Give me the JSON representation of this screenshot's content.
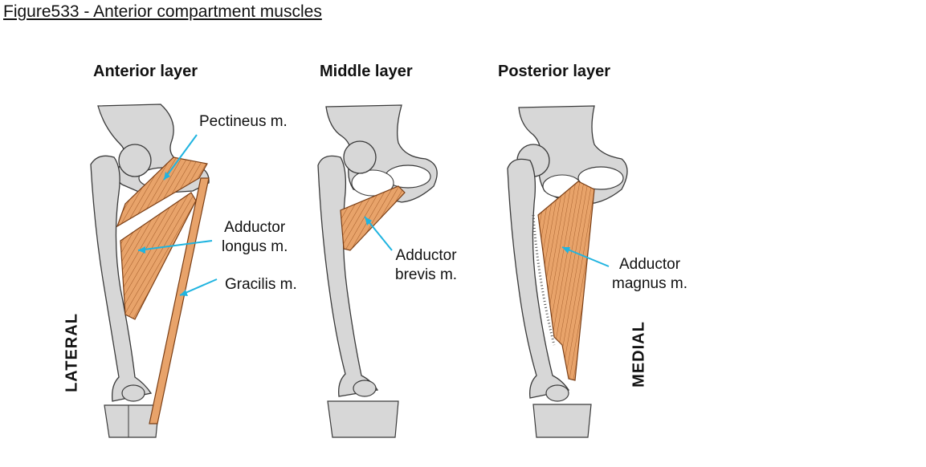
{
  "title": "Figure533 - Anterior compartment muscles",
  "layers": [
    {
      "heading": "Anterior layer"
    },
    {
      "heading": "Middle layer"
    },
    {
      "heading": "Posterior layer"
    }
  ],
  "labels": {
    "pectineus": "Pectineus m.",
    "adductor_longus_1": "Adductor",
    "adductor_longus_2": "longus m.",
    "gracilis": "Gracilis m.",
    "adductor_brevis_1": "Adductor",
    "adductor_brevis_2": "brevis m.",
    "adductor_magnus_1": "Adductor",
    "adductor_magnus_2": "magnus  m."
  },
  "orientation": {
    "left": "LATERAL",
    "right": "MEDIAL"
  },
  "colors": {
    "bone": "#d7d7d7",
    "bone_outline": "#3a3a3a",
    "muscle": "#e8a36a",
    "muscle_line": "#8a4a1f",
    "pointer": "#20b4e0"
  }
}
